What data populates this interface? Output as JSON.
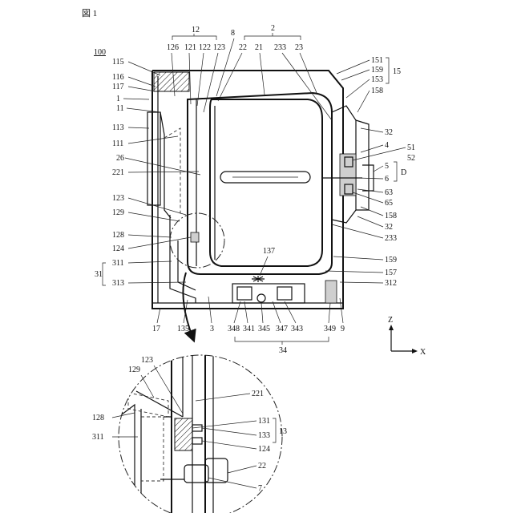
{
  "figure_title": "図 1",
  "axes": {
    "vertical": "Z",
    "horizontal": "X"
  },
  "top_labels": {
    "g12": "12",
    "l8": "8",
    "g2": "2",
    "l126": "126",
    "l121": "121",
    "l122": "122",
    "l123": "123",
    "l22": "22",
    "l21": "21",
    "l233": "233",
    "l23": "23"
  },
  "left_labels": {
    "l100": "100",
    "l115": "115",
    "l116": "116",
    "l117": "117",
    "l1": "1",
    "l11": "11",
    "l113": "113",
    "l111": "111",
    "l26": "26",
    "l221": "221",
    "l123b": "123",
    "l129": "129",
    "l128": "128",
    "l124": "124",
    "g31": "31",
    "l311": "311",
    "l313": "313"
  },
  "right_labels": {
    "l151": "151",
    "l159": "159",
    "l153": "153",
    "g15": "15",
    "l158": "158",
    "l32": "32",
    "l4": "4",
    "l51": "51",
    "l52": "52",
    "l5": "5",
    "gD": "D",
    "l6": "6",
    "l63": "63",
    "l65": "65",
    "l158b": "158",
    "l32b": "32",
    "l233b": "233",
    "l159b": "159",
    "l157": "157",
    "l312": "312"
  },
  "bottom_labels": {
    "l137": "137",
    "l17": "17",
    "l135": "135",
    "l3": "3",
    "l348": "348",
    "l341": "341",
    "l345": "345",
    "l347": "347",
    "l343": "343",
    "l349": "349",
    "l9": "9",
    "g34": "34"
  },
  "detail_labels": {
    "l123": "123",
    "l129": "129",
    "l221": "221",
    "l128": "128",
    "l311": "311",
    "l131": "131",
    "l133": "133",
    "g13": "13",
    "l124": "124",
    "l22": "22",
    "l7": "7"
  }
}
